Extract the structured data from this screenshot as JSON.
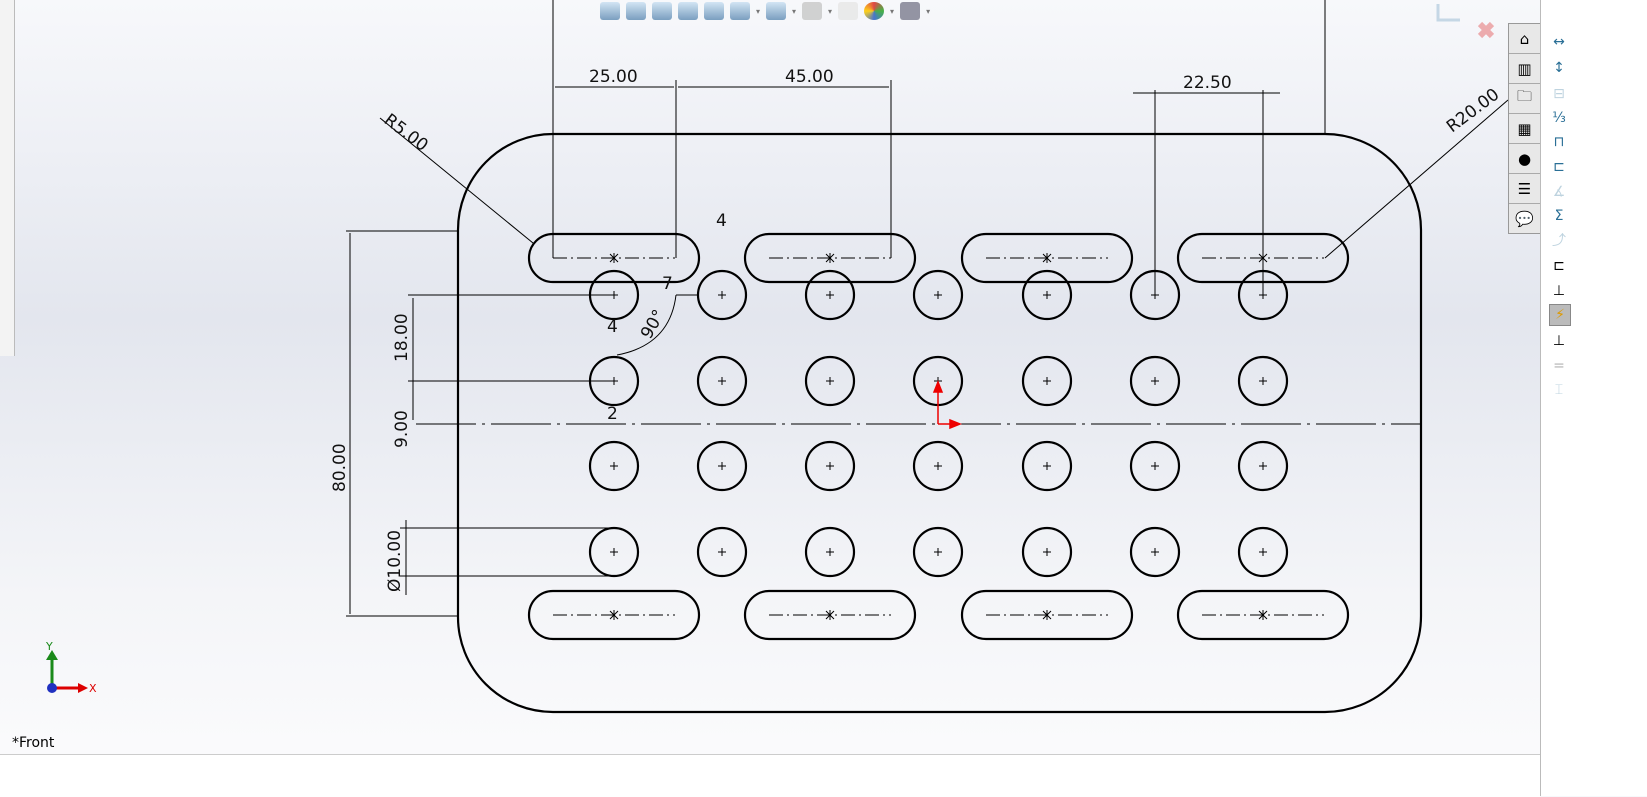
{
  "view": {
    "name": "*Front"
  },
  "dimensions": {
    "d1": "25.00",
    "d2": "45.00",
    "d3": "22.50",
    "r_small": "R5.00",
    "r_large": "R20.00",
    "v1": "18.00",
    "v2": "9.00",
    "v3": "80.00",
    "dia": "Ø10.00",
    "angle": "90°"
  },
  "labels": {
    "n4a": "4",
    "n7": "7",
    "n4b": "4",
    "n2": "2"
  },
  "triad": {
    "x": "X",
    "y": "Y"
  },
  "colors": {
    "accent": "#ff0000",
    "sketch": "#000000"
  }
}
